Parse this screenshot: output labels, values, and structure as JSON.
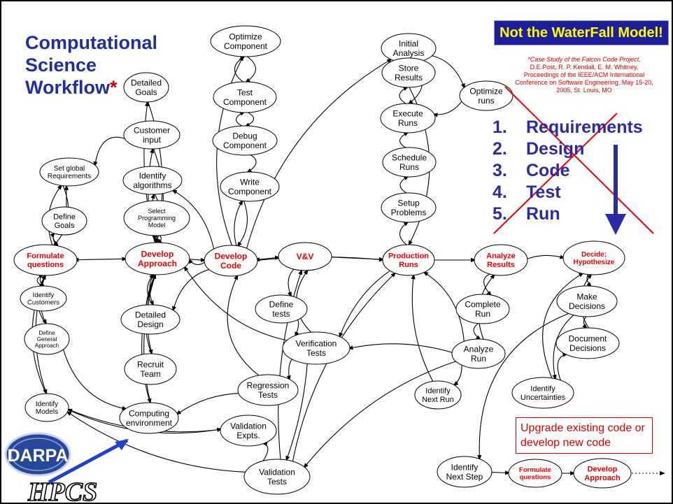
{
  "title": {
    "main": "Computational Science Workflow",
    "star": "*"
  },
  "banner": "Not the WaterFall Model!",
  "citation": {
    "italic": "*Case Study of the Falcon Code Project,",
    "rest": " D.E.Post, R. P. Kendall, E. M. Whitney, Proceedings of the IEEE/ACM International Conference on Software Engineering, May 15-20, 2005, St. Louis, MO"
  },
  "waterfall_steps": [
    {
      "num": "1.",
      "label": "Requirements"
    },
    {
      "num": "2.",
      "label": "Design"
    },
    {
      "num": "3.",
      "label": "Code"
    },
    {
      "num": "4.",
      "label": "Test"
    },
    {
      "num": "5.",
      "label": "Run"
    }
  ],
  "upgrade_note": "Upgrade existing code or develop new code",
  "logo": {
    "top": "DARPA",
    "bottom": "HPCS"
  },
  "colors": {
    "title": "#1f2fa0",
    "key_node": "#ee0000",
    "banner_bg": "#1e1e9c",
    "banner_text": "#ffff00",
    "arrow_blue": "#2b2ba5",
    "cross": "#ee0000"
  },
  "nodes": [
    {
      "id": "formulate",
      "lines": [
        "Formulate",
        "questions"
      ],
      "key": true
    },
    {
      "id": "set-global-req",
      "lines": [
        "Set global",
        "Requirements"
      ]
    },
    {
      "id": "define-goals",
      "lines": [
        "Define",
        "Goals"
      ]
    },
    {
      "id": "identify-customers",
      "lines": [
        "Identify",
        "Customers"
      ]
    },
    {
      "id": "define-general-approach",
      "lines": [
        "Define",
        "General",
        "Approach"
      ]
    },
    {
      "id": "identify-models",
      "lines": [
        "Identify",
        "Models"
      ]
    },
    {
      "id": "detailed-goals",
      "lines": [
        "Detailed",
        "Goals"
      ]
    },
    {
      "id": "customer-input",
      "lines": [
        "Customer",
        "input"
      ]
    },
    {
      "id": "identify-algorithms",
      "lines": [
        "Identify",
        "algorithms"
      ]
    },
    {
      "id": "select-programming-model",
      "lines": [
        "Select",
        "Programming",
        "Model"
      ]
    },
    {
      "id": "develop-approach",
      "lines": [
        "Develop",
        "Approach"
      ],
      "key": true
    },
    {
      "id": "detailed-design",
      "lines": [
        "Detailed",
        "Design"
      ]
    },
    {
      "id": "recruit-team",
      "lines": [
        "Recruit",
        "Team"
      ]
    },
    {
      "id": "computing-environment",
      "lines": [
        "Computing",
        "environment"
      ]
    },
    {
      "id": "optimize-component",
      "lines": [
        "Optimize",
        "Component"
      ]
    },
    {
      "id": "test-component",
      "lines": [
        "Test",
        "Component"
      ]
    },
    {
      "id": "debug-component",
      "lines": [
        "Debug",
        "Component"
      ]
    },
    {
      "id": "write-component",
      "lines": [
        "Write",
        "Component"
      ]
    },
    {
      "id": "develop-code",
      "lines": [
        "Develop",
        "Code"
      ],
      "key": true
    },
    {
      "id": "vv",
      "lines": [
        "V&V"
      ],
      "key": true
    },
    {
      "id": "define-tests",
      "lines": [
        "Define",
        "tests"
      ]
    },
    {
      "id": "verification-tests",
      "lines": [
        "Verification",
        "Tests"
      ]
    },
    {
      "id": "regression-tests",
      "lines": [
        "Regression",
        "Tests"
      ]
    },
    {
      "id": "validation-expts",
      "lines": [
        "Validation",
        "Expts."
      ]
    },
    {
      "id": "validation-tests",
      "lines": [
        "Validation",
        "Tests"
      ]
    },
    {
      "id": "initial-analysis",
      "lines": [
        "Initial",
        "Analysis"
      ]
    },
    {
      "id": "store-results",
      "lines": [
        "Store",
        "Results"
      ]
    },
    {
      "id": "execute-runs",
      "lines": [
        "Execute",
        "Runs"
      ]
    },
    {
      "id": "schedule-runs",
      "lines": [
        "Schedule",
        "Runs"
      ]
    },
    {
      "id": "setup-problems",
      "lines": [
        "Setup",
        "Problems"
      ]
    },
    {
      "id": "production-runs",
      "lines": [
        "Production",
        "Runs"
      ],
      "key": true
    },
    {
      "id": "optimize-runs",
      "lines": [
        "Optimize",
        "runs"
      ]
    },
    {
      "id": "analyze-results",
      "lines": [
        "Analyze",
        "Results"
      ],
      "key": true
    },
    {
      "id": "complete-run",
      "lines": [
        "Complete",
        "Run"
      ]
    },
    {
      "id": "analyze-run",
      "lines": [
        "Analyze",
        "Run"
      ]
    },
    {
      "id": "identify-next-run",
      "lines": [
        "Identify",
        "Next Run"
      ]
    },
    {
      "id": "decide-hypothesize",
      "lines": [
        "Decide;",
        "Hypothesize"
      ],
      "key": true
    },
    {
      "id": "make-decisions",
      "lines": [
        "Make",
        "Decisions"
      ]
    },
    {
      "id": "document-decisions",
      "lines": [
        "Document",
        "Decisions"
      ]
    },
    {
      "id": "identify-uncertainties",
      "lines": [
        "Identify",
        "Uncertainties"
      ]
    },
    {
      "id": "identify-next-step",
      "lines": [
        "Identify",
        "Next Step"
      ]
    },
    {
      "id": "formulate-2",
      "lines": [
        "Formulate",
        "questions"
      ],
      "key": true
    },
    {
      "id": "develop-approach-2",
      "lines": [
        "Develop",
        "Approach"
      ],
      "key": true
    }
  ]
}
